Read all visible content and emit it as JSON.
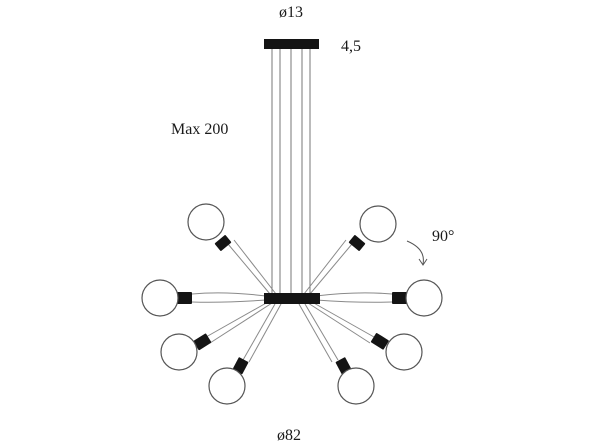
{
  "labels": {
    "canopy_diameter": "ø13",
    "canopy_height": "4,5",
    "max_drop": "Max 200",
    "arm_rotation": "90°",
    "total_diameter": "ø82"
  },
  "bulb_count": 8,
  "colors": {
    "line": "#777777",
    "fill_dark": "#141414",
    "text": "#1a1a1a"
  }
}
